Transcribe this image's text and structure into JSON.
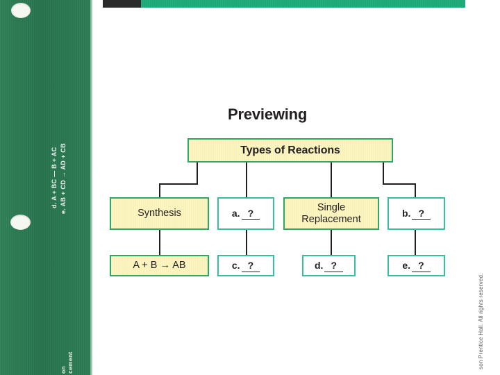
{
  "slide": {
    "title": "Previewing",
    "copyright": "son Prentice Hall. All rights reserved."
  },
  "sidebar": {
    "equation_d": "d. A + BC — B + AC",
    "equation_e": "e. AB + CD  →  AD + CB",
    "bottom_text_1": "on",
    "bottom_text_2": "cement",
    "background_color": "#2b7a53",
    "hole_color": "#f7f7f2"
  },
  "topbar": {
    "dark_color": "#2b2b2b",
    "teal_color": "#1aa877"
  },
  "flowchart": {
    "root": {
      "label": "Types of Reactions",
      "style": "filled"
    },
    "row2": [
      {
        "id": "synthesis",
        "label": "Synthesis",
        "style": "filled"
      },
      {
        "id": "blank-a",
        "letter": "a.",
        "value": "?",
        "style": "blank"
      },
      {
        "id": "single-replacement",
        "label": "Single\nReplacement",
        "style": "filled"
      },
      {
        "id": "blank-b",
        "letter": "b.",
        "value": "?",
        "style": "blank"
      }
    ],
    "row3": [
      {
        "id": "equation-ab",
        "label": "A + B → AB",
        "style": "filled"
      },
      {
        "id": "blank-c",
        "letter": "c.",
        "value": "?",
        "style": "blank"
      },
      {
        "id": "blank-d",
        "letter": "d.",
        "value": "?",
        "style": "blank"
      },
      {
        "id": "blank-e",
        "letter": "e.",
        "value": "?",
        "style": "blank"
      }
    ],
    "colors": {
      "filled_fill": "#faf1b4",
      "filled_border": "#2aa864",
      "blank_fill": "#ffffff",
      "blank_border": "#34bfa0",
      "connector": "#231f20",
      "text": "#231f20"
    }
  }
}
